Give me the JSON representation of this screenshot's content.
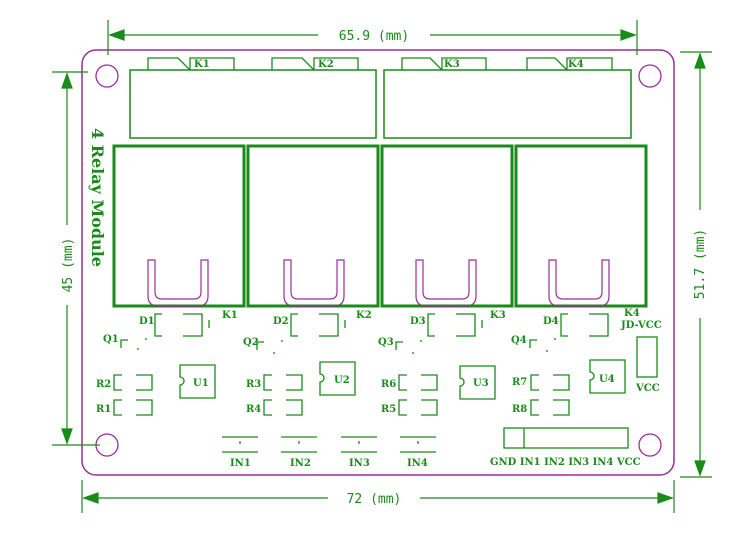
{
  "dimensions": {
    "top_width": "65.9 (mm)",
    "bottom_width": "72 (mm)",
    "left_height": "45 (mm)",
    "right_height": "51.7 (mm)"
  },
  "board": {
    "title": "4 Relay Module",
    "relay_headers": [
      "K1",
      "K2",
      "K3",
      "K4"
    ],
    "relay_labels": [
      "K1",
      "K2",
      "K3",
      "K4"
    ],
    "diodes": [
      "D1",
      "D2",
      "D3",
      "D4"
    ],
    "transistors": [
      "Q1",
      "Q2",
      "Q3",
      "Q4"
    ],
    "chips": [
      "U1",
      "U2",
      "U3",
      "U4"
    ],
    "resistors": [
      "R2",
      "R1",
      "R3",
      "R4",
      "R6",
      "R5",
      "R7",
      "R8"
    ],
    "jumper": "JD-VCC",
    "vcc": "VCC",
    "inputs": [
      "IN1",
      "IN2",
      "IN3",
      "IN4"
    ],
    "header_pins": "GND IN1 IN2 IN3 IN4 VCC"
  },
  "colors": {
    "outline": "#9b2d9b",
    "silkscreen": "#1a8a1a",
    "dimension": "#1a8a1a"
  }
}
